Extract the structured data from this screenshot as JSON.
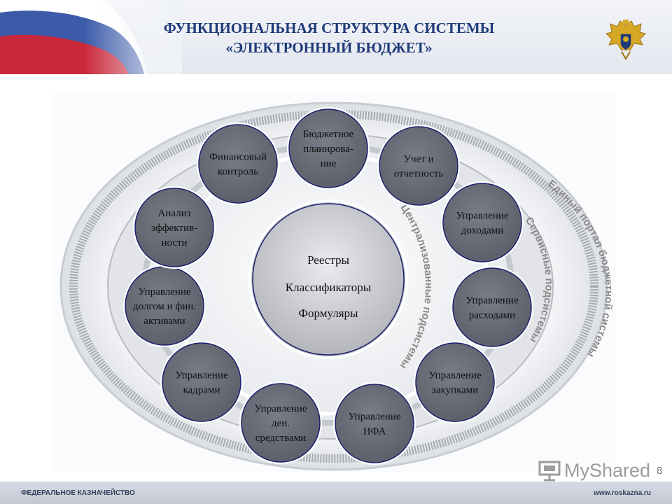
{
  "header": {
    "title_line1": "ФУНКЦИОНАЛЬНАЯ СТРУКТУРА СИСТЕМЫ",
    "title_line2": "«ЭЛЕКТРОННЫЙ БЮДЖЕТ»",
    "emblem_icon": "double-headed-eagle-icon",
    "accent_color": "#1f3b7a"
  },
  "diagram": {
    "center": [
      "Реестры",
      "Классификаторы",
      "Формуляры"
    ],
    "nodes": [
      {
        "id": "budget-planning",
        "lines": [
          "Бюджетное",
          "планирова-",
          "ние"
        ]
      },
      {
        "id": "accounting-reporting",
        "lines": [
          "Учет и",
          "отчетность"
        ]
      },
      {
        "id": "revenue-management",
        "lines": [
          "Управление",
          "доходами"
        ]
      },
      {
        "id": "expense-management",
        "lines": [
          "Управление",
          "расходами"
        ]
      },
      {
        "id": "procurement-management",
        "lines": [
          "Управление",
          "закупками"
        ]
      },
      {
        "id": "nfa-management",
        "lines": [
          "Управление",
          "НФА"
        ]
      },
      {
        "id": "cash-management",
        "lines": [
          "Управление",
          "ден.",
          "средствами"
        ]
      },
      {
        "id": "hr-management",
        "lines": [
          "Управление",
          "кадрами"
        ]
      },
      {
        "id": "debt-management",
        "lines": [
          "Управление",
          "долгом и фин.",
          "активами"
        ]
      },
      {
        "id": "efficiency-analysis",
        "lines": [
          "Анализ",
          "эффектив-",
          "ности"
        ]
      },
      {
        "id": "financial-control",
        "lines": [
          "Финансовый",
          "контроль"
        ]
      }
    ],
    "ring_labels": {
      "centralized": "Централизованные подсистемы",
      "service": "Сервисные подсистемы",
      "portal": "Единый портал бюджетной системы"
    },
    "node_color": "#6b6e78",
    "node_border": "#1a1f6e"
  },
  "footer": {
    "left": "ФЕДЕРАЛЬНОЕ КАЗНАЧЕЙСТВО",
    "right": "www.roskazna.ru"
  },
  "watermark": {
    "text": "MyShared",
    "icon": "presentation-screen-icon"
  },
  "page_number": "8"
}
